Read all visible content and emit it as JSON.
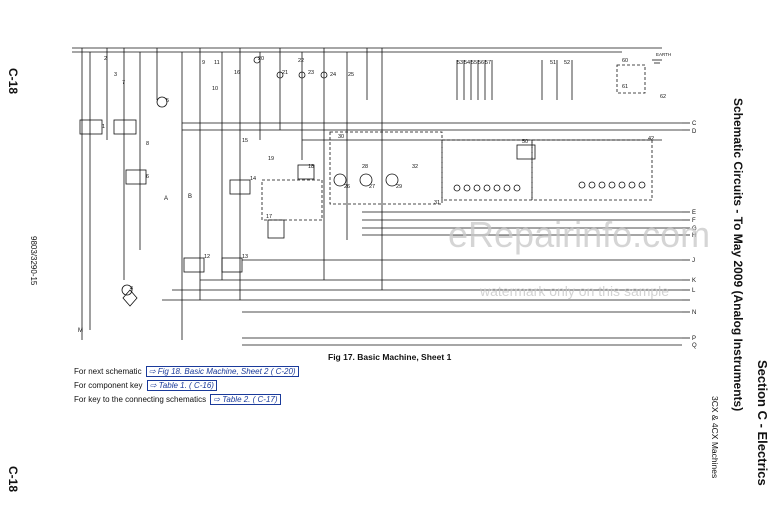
{
  "page": {
    "page_number": "C-18",
    "doc_number": "9803/3290-15",
    "section_title": "Section C - Electrics",
    "subtitle": "Schematic Circuits - To May 2009 (Analog Instruments)",
    "machines": "3CX & 4CX Machines"
  },
  "figure": {
    "caption": "Fig 17. Basic Machine, Sheet 1",
    "earth_label": "EARTH",
    "component_numbers": [
      "1",
      "2",
      "3",
      "4",
      "5",
      "6",
      "7",
      "8",
      "9",
      "10",
      "11",
      "12",
      "13",
      "14",
      "15",
      "16",
      "17",
      "18",
      "19",
      "20",
      "21",
      "22",
      "23",
      "24",
      "25",
      "26",
      "27",
      "28",
      "29",
      "30",
      "31",
      "32",
      "42",
      "50",
      "51",
      "52",
      "53",
      "54",
      "55",
      "56",
      "57",
      "60",
      "61",
      "62"
    ],
    "connector_letters_right": [
      "C",
      "D",
      "E",
      "F",
      "G",
      "H",
      "J",
      "K",
      "L",
      "N",
      "P",
      "Q"
    ],
    "connector_letters_left": [
      "A",
      "B",
      "M"
    ]
  },
  "links": [
    {
      "prefix": "For next schematic",
      "label": "Fig 18. Basic Machine, Sheet 2 ( C-20)"
    },
    {
      "prefix": "For component key",
      "label": "Table 1. ( C-16)"
    },
    {
      "prefix": "For key to the connecting schematics",
      "label": "Table 2. ( C-17)"
    }
  ],
  "watermark": {
    "main": "eRepairinfo.com",
    "sub": "watermark only on this sample"
  }
}
